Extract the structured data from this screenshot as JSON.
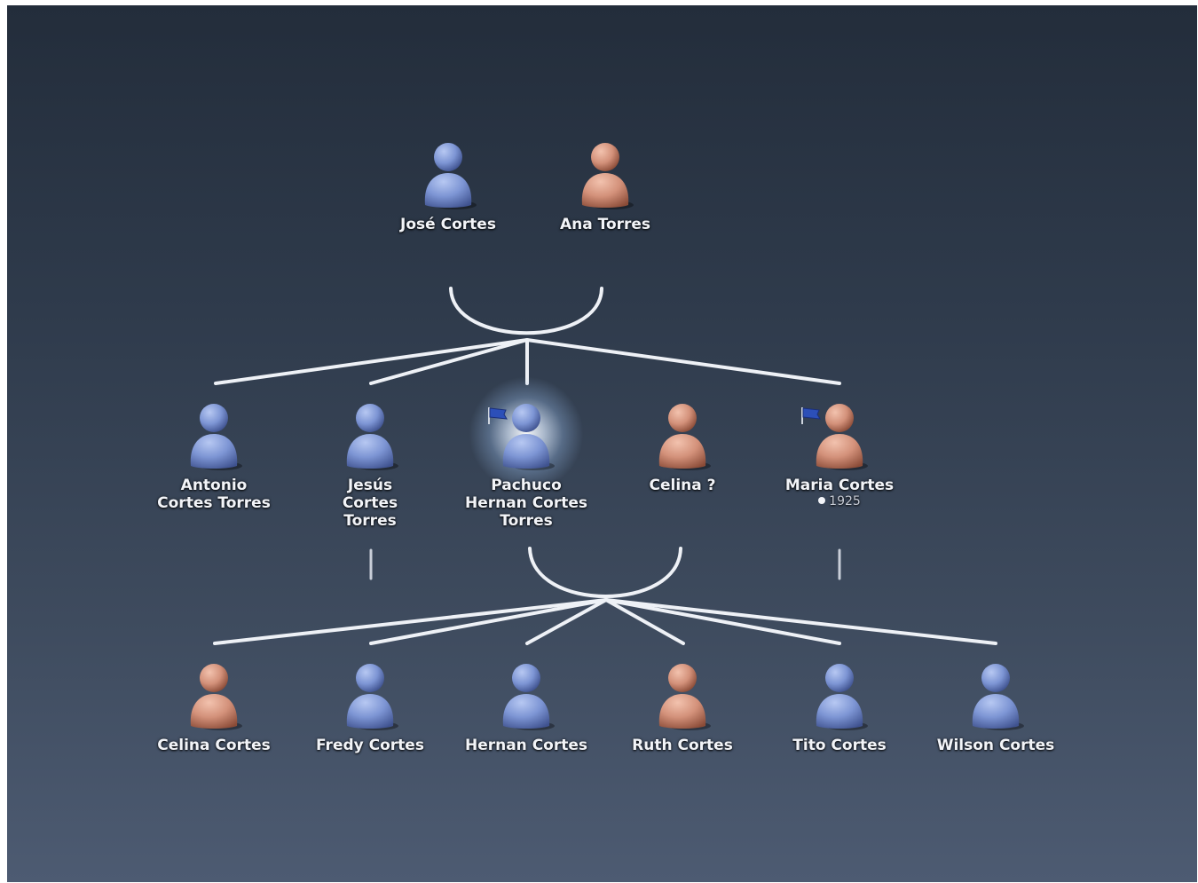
{
  "tree": {
    "grandparents": [
      {
        "name": "José Cortes",
        "gender": "male"
      },
      {
        "name": "Ana Torres",
        "gender": "female"
      }
    ],
    "parents": [
      {
        "name": "Antonio Cortes Torres",
        "gender": "male"
      },
      {
        "name": "Jesús Cortes Torres",
        "gender": "male"
      },
      {
        "name": "Pachuco Hernan Cortes Torres",
        "gender": "male",
        "selected": true,
        "flagged": true
      },
      {
        "name": "Celina ?",
        "gender": "female"
      },
      {
        "name": "Maria Cortes",
        "gender": "female",
        "flagged": true,
        "birth": "1925"
      }
    ],
    "children": [
      {
        "name": "Celina Cortes",
        "gender": "female"
      },
      {
        "name": "Fredy Cortes",
        "gender": "male"
      },
      {
        "name": "Hernan Cortes",
        "gender": "male"
      },
      {
        "name": "Ruth Cortes",
        "gender": "female"
      },
      {
        "name": "Tito Cortes",
        "gender": "male"
      },
      {
        "name": "Wilson Cortes",
        "gender": "female_blue"
      }
    ]
  },
  "colors": {
    "male": "#7d95d4",
    "female": "#d3917a",
    "line": "#eef1f6"
  },
  "icons": {
    "person": "person-icon",
    "flag": "flag-icon",
    "birth": "birth-dot-icon"
  }
}
